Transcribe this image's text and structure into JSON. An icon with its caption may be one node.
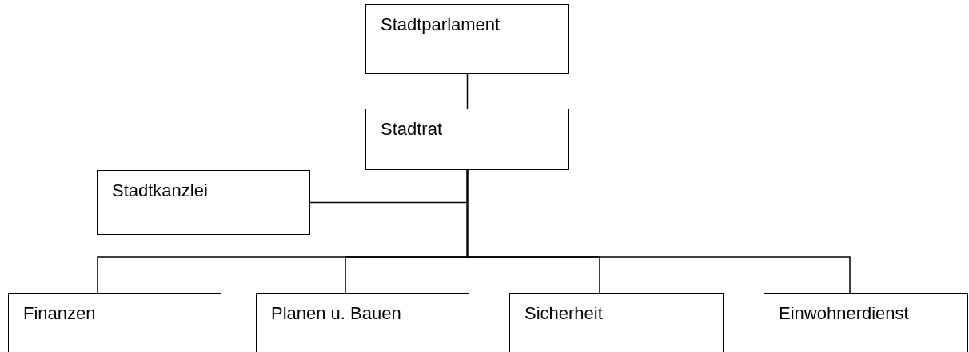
{
  "diagram": {
    "nodes": [
      {
        "text": [
          "Stadtparlament"
        ]
      },
      {
        "text": [
          "Stadtrat"
        ]
      },
      {
        "text": [
          "Stadtkanzlei"
        ]
      },
      {
        "text": [
          "Finanzen"
        ]
      },
      {
        "text": [
          "Planen u. Bauen"
        ]
      },
      {
        "text": [
          "Sicherheit"
        ]
      },
      {
        "text": [
          "Einwohnerdienst"
        ]
      }
    ],
    "edges": [
      {
        "from": 0,
        "to": 1,
        "arrow": "none"
      },
      {
        "from": 1,
        "to": 2,
        "arrow": "none"
      },
      {
        "from": 1,
        "to": 3,
        "arrow": "none"
      },
      {
        "from": 1,
        "to": 4,
        "arrow": "none"
      },
      {
        "from": 1,
        "to": 5,
        "arrow": "none"
      },
      {
        "from": 1,
        "to": 6,
        "arrow": "none"
      }
    ]
  }
}
